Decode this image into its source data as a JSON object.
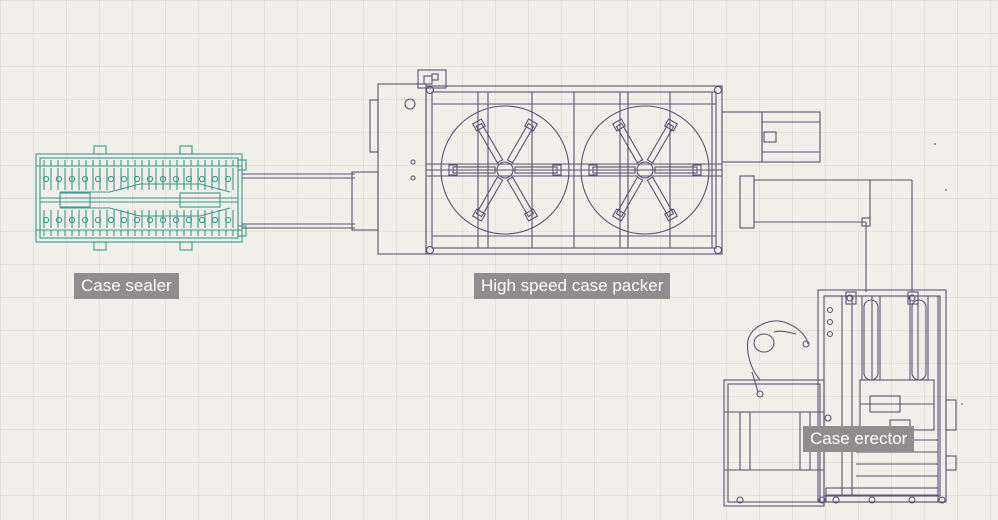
{
  "labels": {
    "case_sealer": "Case sealer",
    "case_packer": "High speed  case packer",
    "case_erector": "Case erector"
  },
  "colors": {
    "machine_line": "#5b5172",
    "sealer_line": "#3a9a8c",
    "label_bg": "#8f8d8d",
    "background": "#f1efe9"
  }
}
